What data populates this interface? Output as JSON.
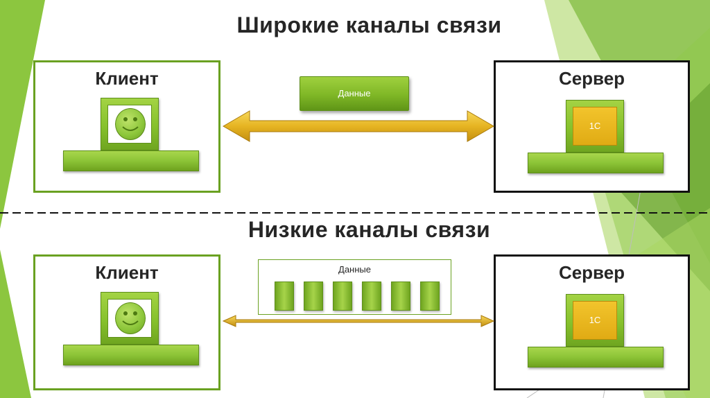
{
  "colors": {
    "accent_green": "#8cc437",
    "dark_green": "#5e8f1a",
    "server_border": "#111111",
    "one_c_orange": "#e6b01a",
    "arrow_gold": "#e6b422"
  },
  "top": {
    "title": "Широкие каналы связи",
    "client": {
      "label": "Клиент",
      "icon": "smiley-icon"
    },
    "server": {
      "label": "Сервер",
      "app": "1С"
    },
    "data_label": "Данные"
  },
  "bottom": {
    "title": "Низкие каналы связи",
    "client": {
      "label": "Клиент",
      "icon": "smiley-icon"
    },
    "server": {
      "label": "Сервер",
      "app": "1С"
    },
    "data_label": "Данные",
    "packets": 6
  }
}
